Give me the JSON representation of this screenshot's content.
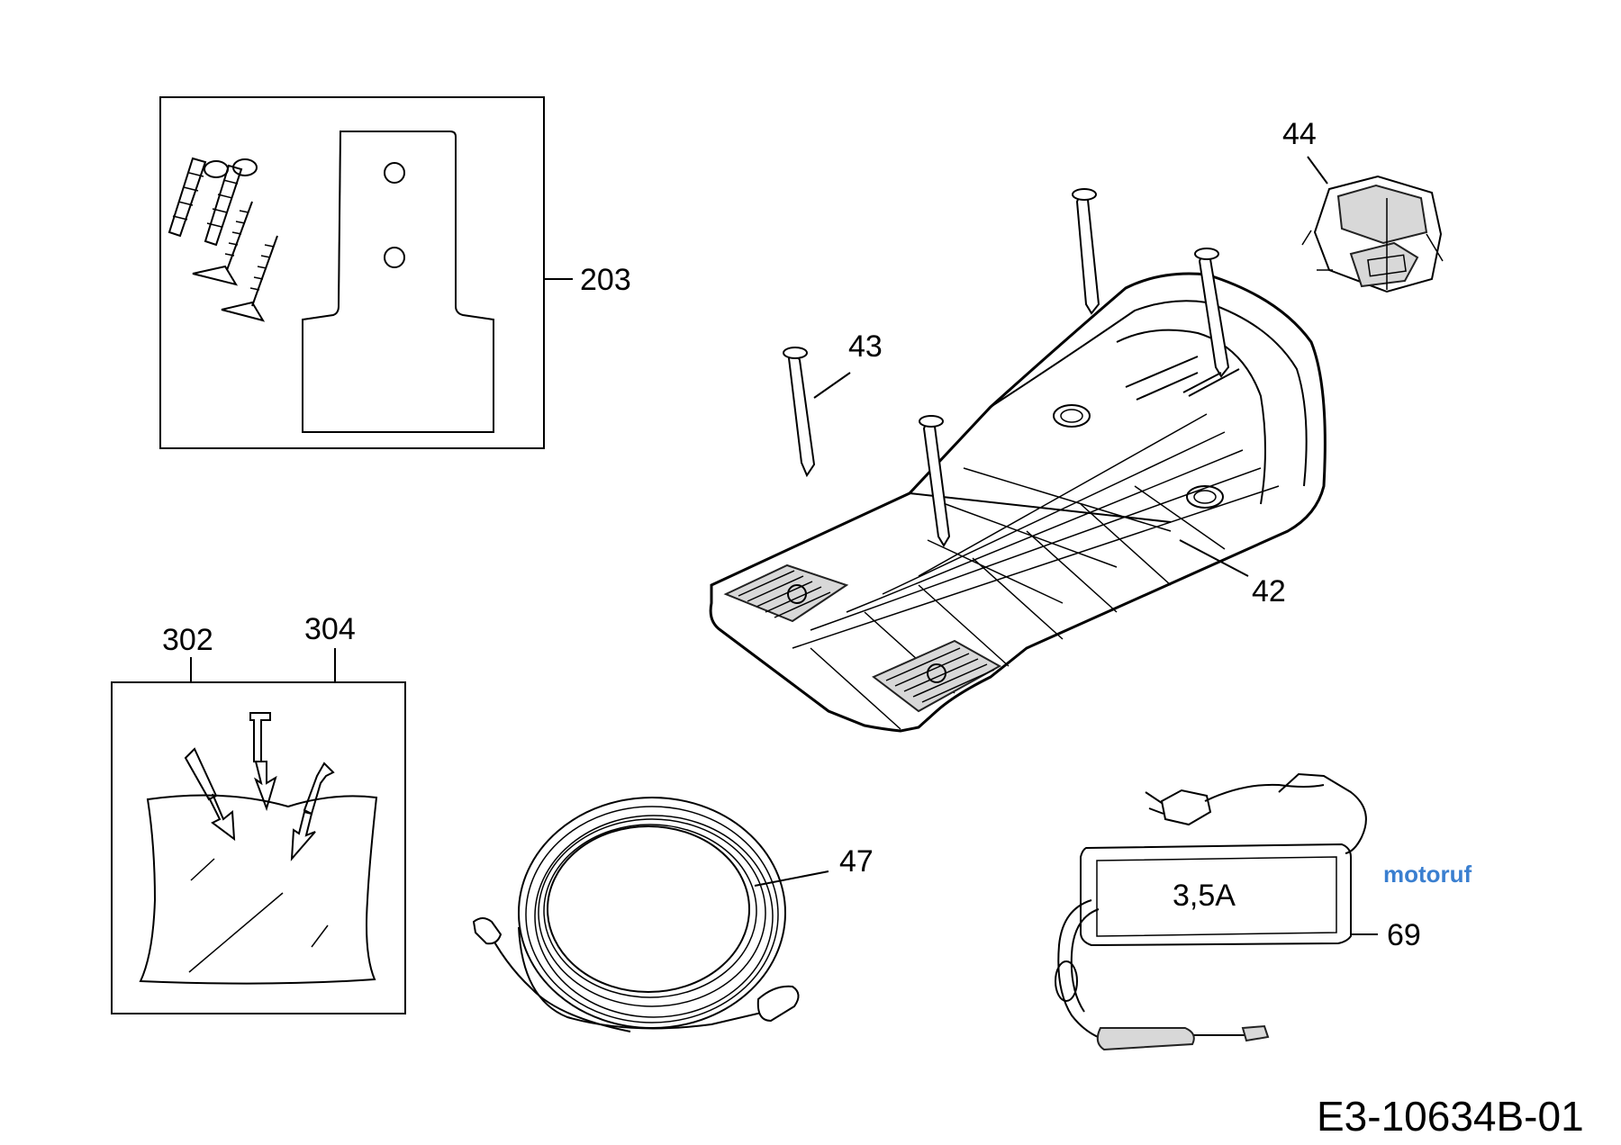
{
  "diagram_code": "E3-10634B-01",
  "watermark": "motoruf",
  "adapter_rating": "3,5A",
  "part_labels": {
    "p203": "203",
    "p43": "43",
    "p44": "44",
    "p42": "42",
    "p302": "302",
    "p304": "304",
    "p47": "47",
    "p69": "69"
  }
}
